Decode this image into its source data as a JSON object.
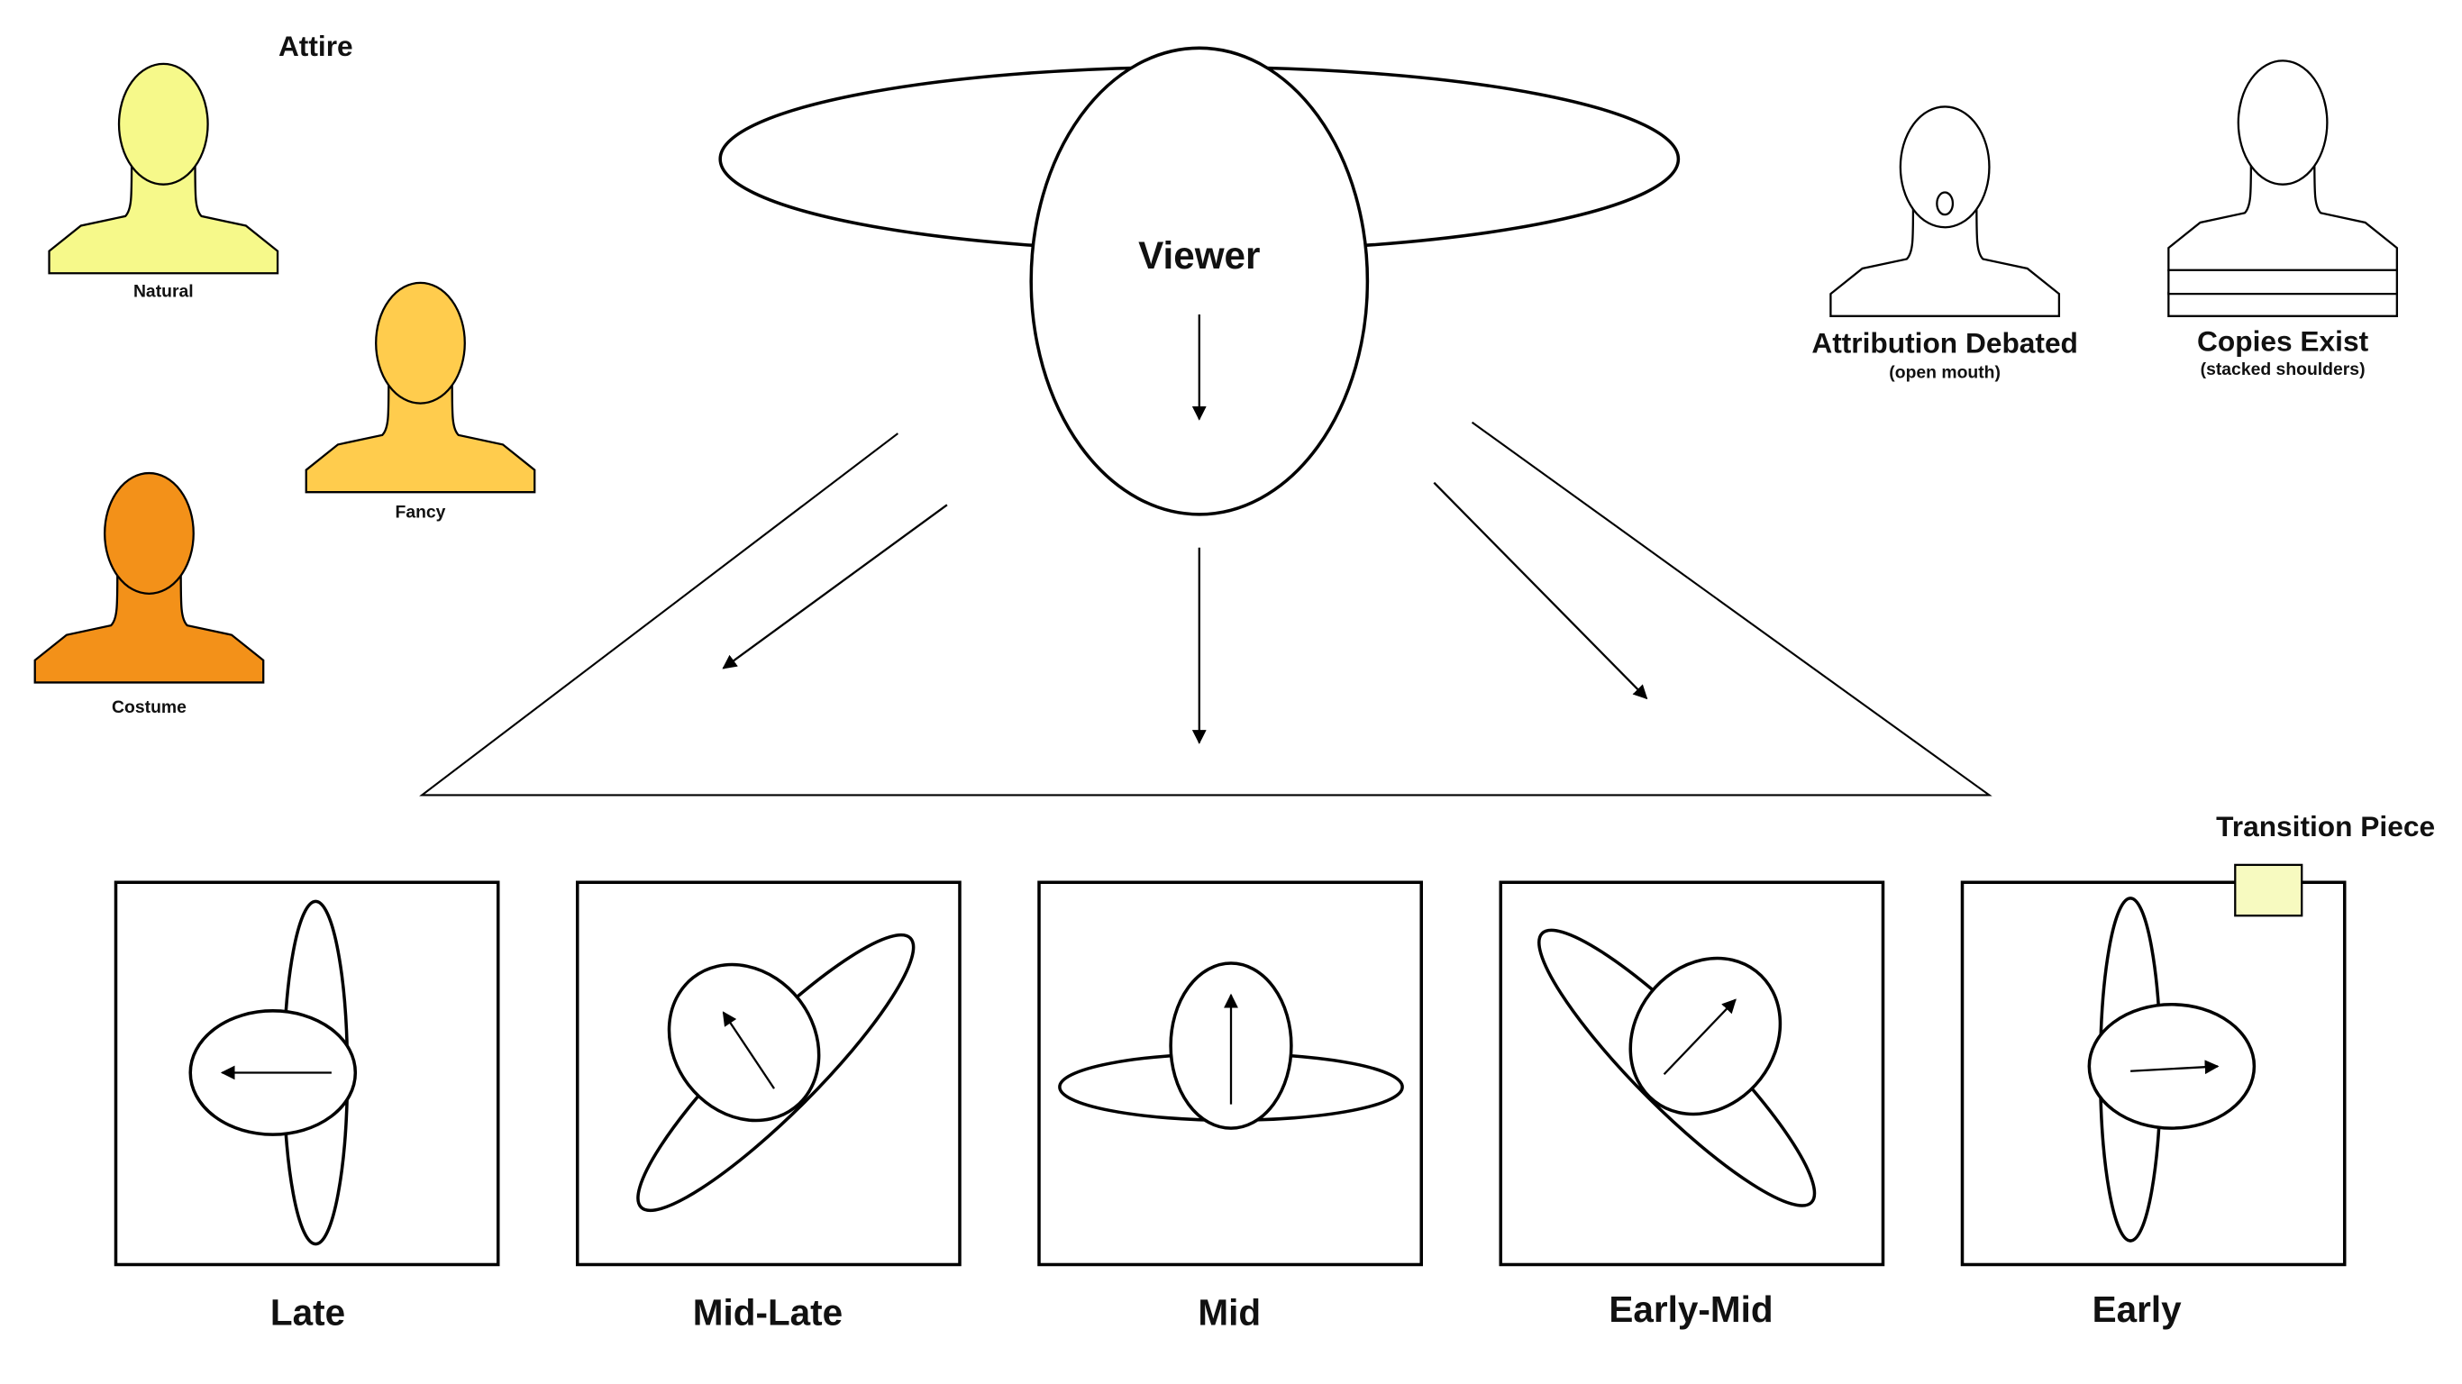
{
  "viewer": {
    "label": "Viewer"
  },
  "attire": {
    "title": "Attire",
    "items": [
      {
        "label": "Natural",
        "color": "#f6f98a"
      },
      {
        "label": "Fancy",
        "color": "#ffcc4d"
      },
      {
        "label": "Costume",
        "color": "#f39119"
      }
    ]
  },
  "legend": {
    "attribution": {
      "title": "Attribution Debated",
      "subtitle": "(open mouth)"
    },
    "copies": {
      "title": "Copies Exist",
      "subtitle": "(stacked shoulders)"
    },
    "transition": {
      "title": "Transition Piece",
      "color": "#f7fac0"
    }
  },
  "periods": [
    {
      "label": "Late"
    },
    {
      "label": "Mid-Late"
    },
    {
      "label": "Mid"
    },
    {
      "label": "Early-Mid"
    },
    {
      "label": "Early"
    }
  ]
}
